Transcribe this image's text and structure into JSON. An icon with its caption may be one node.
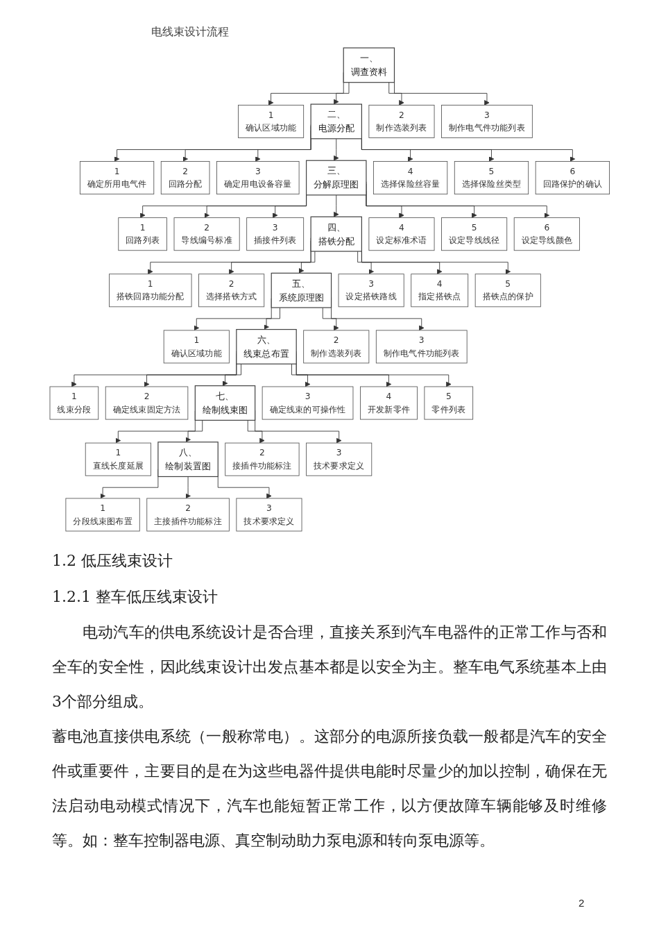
{
  "diagram": {
    "title": "电线束设计流程",
    "nodes": [
      {
        "text": [
          "一、",
          "调查资料"
        ]
      },
      {
        "text": [
          "1",
          "确认区域功能"
        ]
      },
      {
        "text": [
          "2",
          "制作选装列表"
        ]
      },
      {
        "text": [
          "3",
          "制作电气件功能列表"
        ]
      },
      {
        "text": [
          "二、",
          "电源分配"
        ]
      },
      {
        "text": [
          "1",
          "确定所用电气件"
        ]
      },
      {
        "text": [
          "2",
          "回路分配"
        ]
      },
      {
        "text": [
          "3",
          "确定用电设备容量"
        ]
      },
      {
        "text": [
          "4",
          "选择保险丝容量"
        ]
      },
      {
        "text": [
          "5",
          "选择保险丝类型"
        ]
      },
      {
        "text": [
          "6",
          "回路保护的确认"
        ]
      },
      {
        "text": [
          "三、",
          "分解原理图"
        ]
      },
      {
        "text": [
          "1",
          "回路列表"
        ]
      },
      {
        "text": [
          "2",
          "导线编号标准"
        ]
      },
      {
        "text": [
          "3",
          "插接件列表"
        ]
      },
      {
        "text": [
          "4",
          "设定标准术语"
        ]
      },
      {
        "text": [
          "5",
          "设定导线线径"
        ]
      },
      {
        "text": [
          "6",
          "设定导线颜色"
        ]
      },
      {
        "text": [
          "四、",
          "搭铁分配"
        ]
      },
      {
        "text": [
          "1",
          "搭铁回路功能分配"
        ]
      },
      {
        "text": [
          "2",
          "选择搭铁方式"
        ]
      },
      {
        "text": [
          "3",
          "设定搭铁路线"
        ]
      },
      {
        "text": [
          "4",
          "指定搭铁点"
        ]
      },
      {
        "text": [
          "5",
          "搭铁点的保护"
        ]
      },
      {
        "text": [
          "五、",
          "系统原理图"
        ]
      },
      {
        "text": [
          "1",
          "确认区域功能"
        ]
      },
      {
        "text": [
          "2",
          "制作选装列表"
        ]
      },
      {
        "text": [
          "3",
          "制作电气件功能列表"
        ]
      },
      {
        "text": [
          "六、",
          "线束总布置"
        ]
      },
      {
        "text": [
          "1",
          "线束分段"
        ]
      },
      {
        "text": [
          "2",
          "确定线束固定方法"
        ]
      },
      {
        "text": [
          "3",
          "确定线束的可操作性"
        ]
      },
      {
        "text": [
          "4",
          "开发新零件"
        ]
      },
      {
        "text": [
          "5",
          "零件列表"
        ]
      },
      {
        "text": [
          "七、",
          "绘制线束图"
        ]
      },
      {
        "text": [
          "1",
          "直线长度延展"
        ]
      },
      {
        "text": [
          "2",
          "接插件功能标注"
        ]
      },
      {
        "text": [
          "3",
          "技术要求定义"
        ]
      },
      {
        "text": [
          "八、",
          "绘制装置图"
        ]
      },
      {
        "text": [
          "1",
          "分段线束图布置"
        ]
      },
      {
        "text": [
          "2",
          "主接插件功能标注"
        ]
      },
      {
        "text": [
          "3",
          "技术要求定义"
        ]
      }
    ],
    "edges": [
      {
        "from": 0,
        "to": 1,
        "arrow": "to"
      },
      {
        "from": 0,
        "to": 4,
        "arrow": "to"
      },
      {
        "from": 0,
        "to": 2,
        "arrow": "to"
      },
      {
        "from": 0,
        "to": 3,
        "arrow": "to"
      },
      {
        "from": 4,
        "to": 5,
        "arrow": "to"
      },
      {
        "from": 4,
        "to": 6,
        "arrow": "to"
      },
      {
        "from": 4,
        "to": 7,
        "arrow": "to"
      },
      {
        "from": 4,
        "to": 11,
        "arrow": "to"
      },
      {
        "from": 4,
        "to": 8,
        "arrow": "to"
      },
      {
        "from": 4,
        "to": 9,
        "arrow": "to"
      },
      {
        "from": 4,
        "to": 10,
        "arrow": "to"
      },
      {
        "from": 11,
        "to": 12,
        "arrow": "to"
      },
      {
        "from": 11,
        "to": 13,
        "arrow": "to"
      },
      {
        "from": 11,
        "to": 14,
        "arrow": "to"
      },
      {
        "from": 11,
        "to": 18,
        "arrow": "to"
      },
      {
        "from": 11,
        "to": 15,
        "arrow": "to"
      },
      {
        "from": 11,
        "to": 16,
        "arrow": "to"
      },
      {
        "from": 11,
        "to": 17,
        "arrow": "to"
      },
      {
        "from": 18,
        "to": 19,
        "arrow": "to"
      },
      {
        "from": 18,
        "to": 20,
        "arrow": "to"
      },
      {
        "from": 18,
        "to": 24,
        "arrow": "to"
      },
      {
        "from": 18,
        "to": 21,
        "arrow": "to"
      },
      {
        "from": 18,
        "to": 22,
        "arrow": "to"
      },
      {
        "from": 18,
        "to": 23,
        "arrow": "to"
      },
      {
        "from": 24,
        "to": 25,
        "arrow": "to"
      },
      {
        "from": 24,
        "to": 28,
        "arrow": "to"
      },
      {
        "from": 24,
        "to": 26,
        "arrow": "to"
      },
      {
        "from": 24,
        "to": 27,
        "arrow": "to"
      },
      {
        "from": 28,
        "to": 29,
        "arrow": "to"
      },
      {
        "from": 28,
        "to": 30,
        "arrow": "to"
      },
      {
        "from": 28,
        "to": 34,
        "arrow": "to"
      },
      {
        "from": 28,
        "to": 31,
        "arrow": "to"
      },
      {
        "from": 28,
        "to": 32,
        "arrow": "to"
      },
      {
        "from": 28,
        "to": 33,
        "arrow": "to"
      },
      {
        "from": 34,
        "to": 35,
        "arrow": "to"
      },
      {
        "from": 34,
        "to": 38,
        "arrow": "to"
      },
      {
        "from": 34,
        "to": 36,
        "arrow": "to"
      },
      {
        "from": 34,
        "to": 37,
        "arrow": "to"
      },
      {
        "from": 38,
        "to": 39,
        "arrow": "to"
      },
      {
        "from": 38,
        "to": 40,
        "arrow": "to"
      },
      {
        "from": 38,
        "to": 41,
        "arrow": "to"
      }
    ],
    "labels": [
      "1.2 低压线束设计",
      "1.2.1 整车低压线束设计",
      "电动汽车的供电系统设计是否合理，直接关系到汽车电器件的正常工作与否和全车的安全性，因此线束设计出发点基本都是以安全为主。整车电气系统基本上由3个部分组成。",
      "蓄电池直接供电系统（一般称常电）。这部分的电源所接负载一般都是汽车的安全件或重要件，主要目的是在为这些电器件提供电能时尽量少的加以控制，确保在无法启动电动模式情况下，汽车也能短暂正常工作，以方便故障车辆能够及时维修等。如：整车控制器电源、真空制动助力泵电源和转向泵电源等。",
      "2"
    ]
  }
}
